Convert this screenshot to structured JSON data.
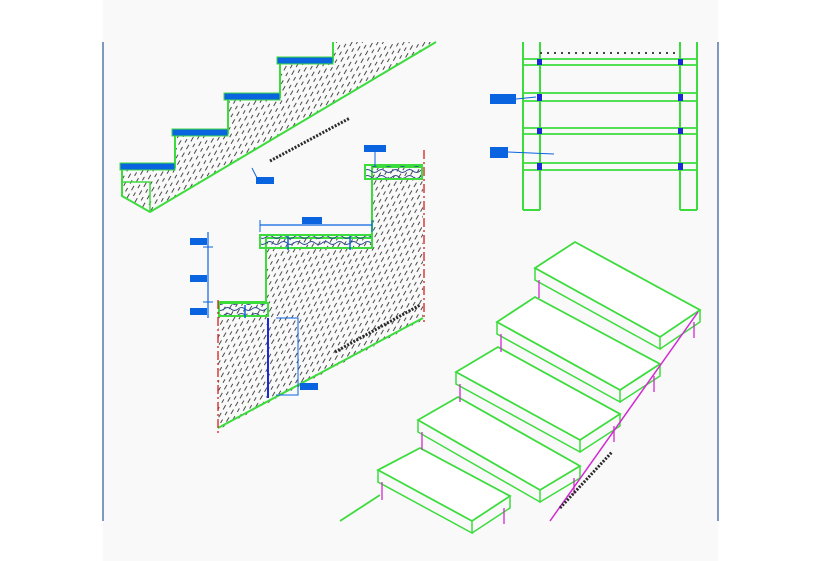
{
  "drawing": {
    "colors": {
      "background": "#ffffff",
      "sheet": "#f9f9fa",
      "frame": "#4a6fa5",
      "outline": "#3ddc3d",
      "hatch": "#4a4a4a",
      "dim": "#0a64e0",
      "dim_dark": "#1a2ad8",
      "section_line": "#d41e1e",
      "riser": "#d22ad2"
    },
    "views": [
      {
        "name": "stair-section-upper",
        "label": ""
      },
      {
        "name": "stair-section-detail",
        "label": ""
      },
      {
        "name": "stair-plan",
        "label": ""
      },
      {
        "name": "stair-isometric",
        "label": ""
      }
    ]
  }
}
